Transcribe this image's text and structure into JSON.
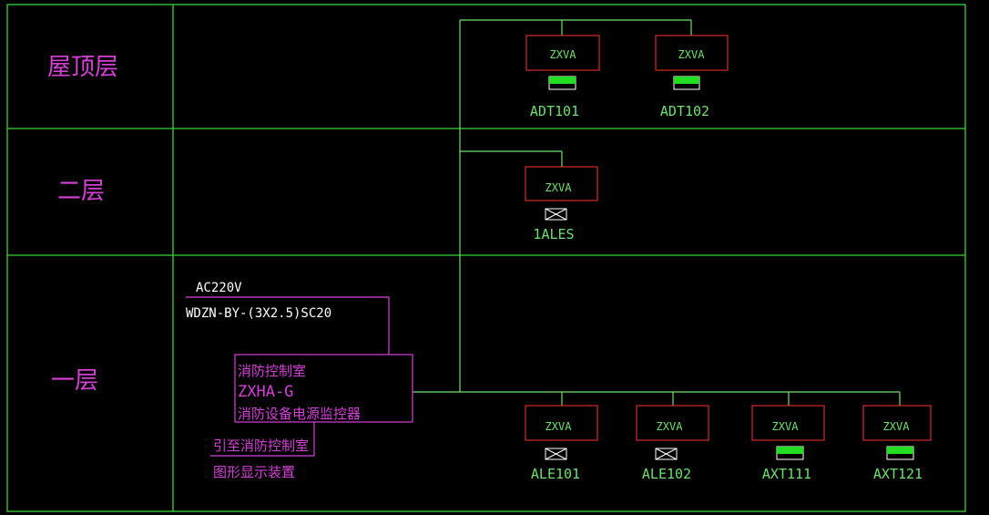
{
  "floors": {
    "roof": "屋顶层",
    "second": "二层",
    "first": "一层"
  },
  "module_label": "ZXVA",
  "devices": {
    "adt101": "ADT101",
    "adt102": "ADT102",
    "ales1": "1ALES",
    "ale101": "ALE101",
    "ale102": "ALE102",
    "axt111": "AXT111",
    "axt121": "AXT121"
  },
  "supply": {
    "voltage": "AC220V",
    "cable": "WDZN-BY-(3X2.5)SC20"
  },
  "controller": {
    "line1": "消防控制室",
    "line2": "ZXHA-G",
    "line3": "消防设备电源监控器"
  },
  "display_link": {
    "line1": "引至消防控制室",
    "line2": "图形显示装置"
  },
  "colors": {
    "grid": "#3ad13a",
    "wire": "#6fe06f",
    "module_border": "#d52b2b",
    "controller": "#d640d6",
    "text_white": "#ffffff"
  }
}
